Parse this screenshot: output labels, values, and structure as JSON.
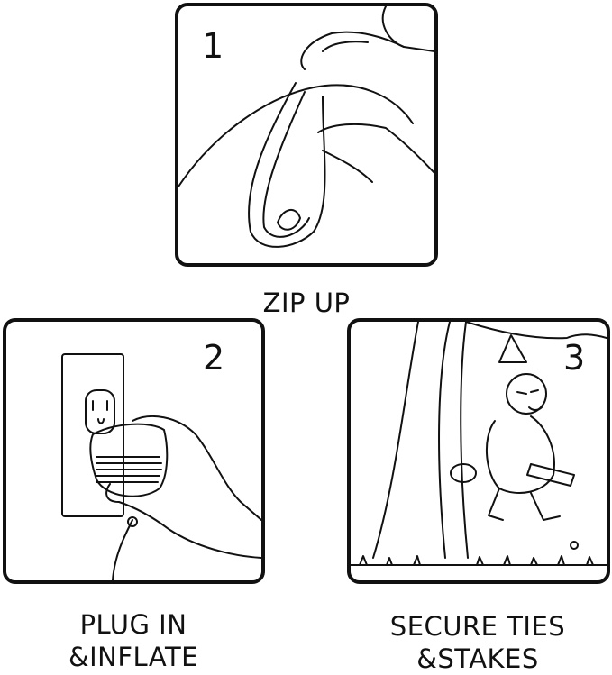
{
  "steps": [
    {
      "number": "1",
      "caption_line1": "ZIP UP"
    },
    {
      "number": "2",
      "caption_line1": "PLUG IN",
      "caption_line2": "&INFLATE"
    },
    {
      "number": "3",
      "caption_line1": "SECURE TIES",
      "caption_line2": "&STAKES"
    }
  ]
}
